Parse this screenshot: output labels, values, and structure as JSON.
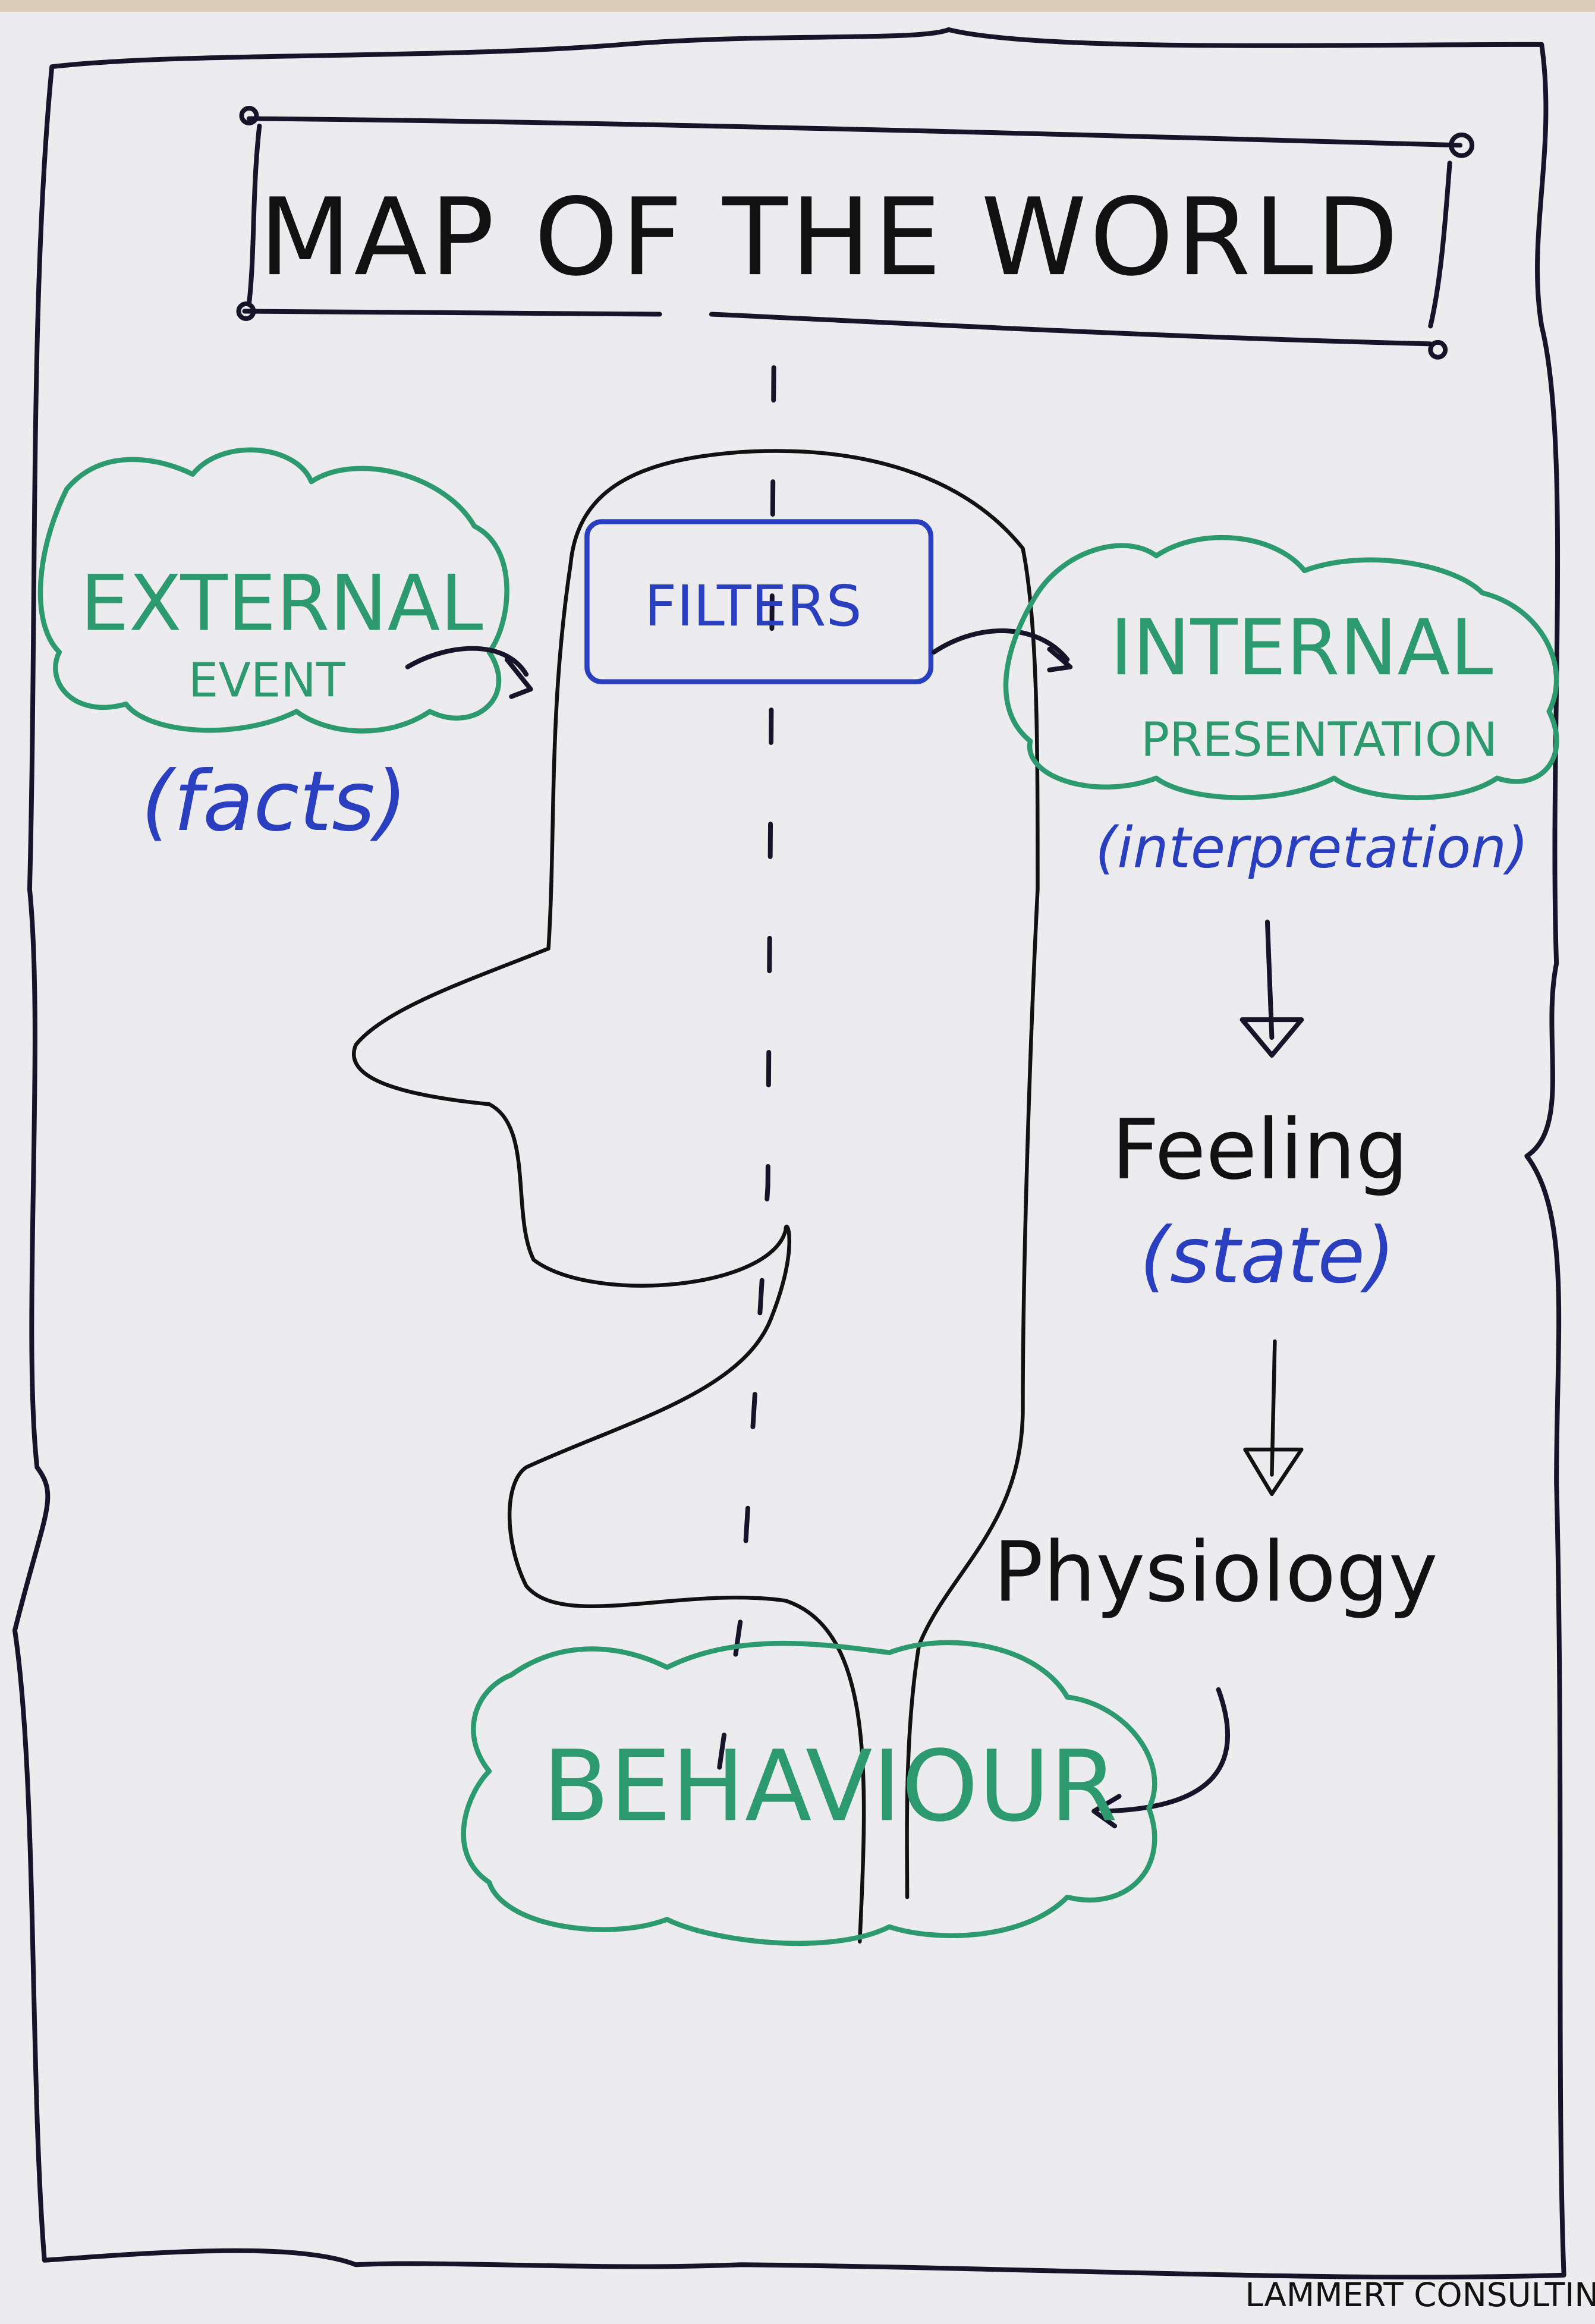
{
  "title": "MAP OF THE WORLD",
  "external": {
    "line1": "EXTERNAL",
    "line2": "EVENT",
    "note": "(facts)"
  },
  "filters": "FILTERS",
  "internal": {
    "line1": "INTERNAL",
    "line2": "PRESENTATION",
    "note": "(interpretation)"
  },
  "feeling": {
    "label": "Feeling",
    "note": "(state)"
  },
  "physiology": "Physiology",
  "behaviour": "BEHAVIOUR",
  "footer": "LAMMERT CONSULTING",
  "colors": {
    "ink": "#151428",
    "green": "#2c9a6e",
    "blue": "#2a3fc0",
    "paper": "#ececee"
  }
}
